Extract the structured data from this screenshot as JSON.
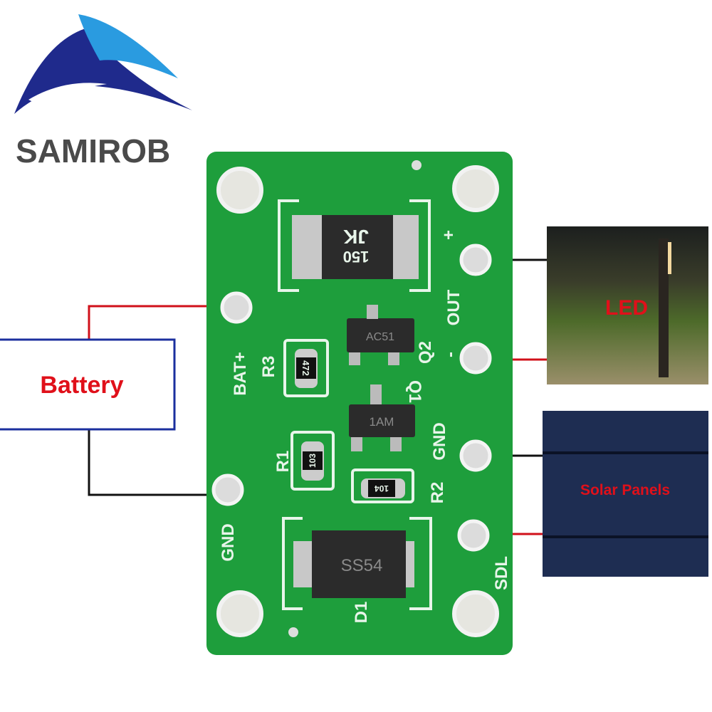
{
  "brand": {
    "name": "SAMIROB"
  },
  "labels": {
    "battery": "Battery",
    "led": "LED",
    "solar": "Solar Panels"
  },
  "silkscreen": {
    "bat_plus": "BAT+",
    "r3": "R3",
    "gnd_left": "GND",
    "r1": "R1",
    "d1": "D1",
    "plus": "+",
    "out": "OUT",
    "minus": "-",
    "q2": "Q2",
    "q1": "Q1",
    "gnd_right": "GND",
    "r2": "R2",
    "sdl": "SDL"
  },
  "components": {
    "inductor_a": "150",
    "inductor_b": "JK",
    "q2_mark": "AC51",
    "r3_mark": "472",
    "q1_mark": "1AM",
    "r1_mark": "103",
    "r2_mark": "104",
    "diode_mark": "SS54"
  },
  "colors": {
    "pcb": "#1e9e3c",
    "wire_red": "#d0101a",
    "wire_black": "#111111",
    "battery_border": "#1b2f9e",
    "label_red": "#e0101a"
  }
}
